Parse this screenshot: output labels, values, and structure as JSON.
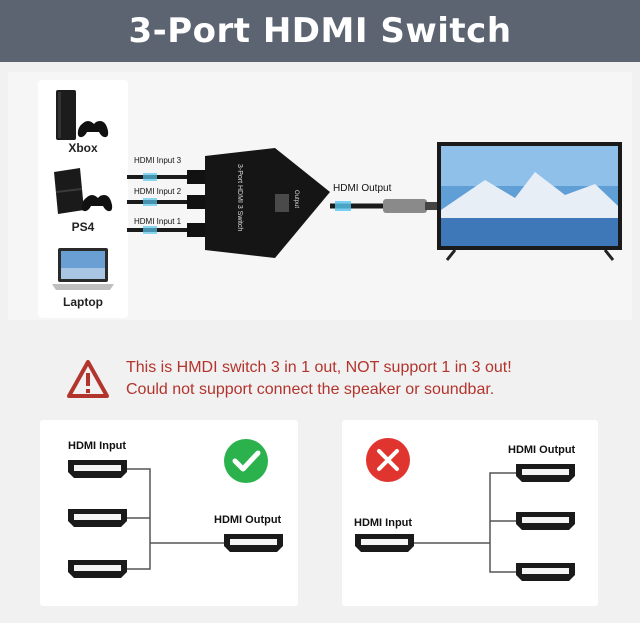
{
  "header": {
    "title": "3-Port HDMI Switch"
  },
  "devices": [
    {
      "label": "Xbox",
      "icon": "xbox-console-icon"
    },
    {
      "label": "PS4",
      "icon": "ps4-console-icon"
    },
    {
      "label": "Laptop",
      "icon": "laptop-icon"
    }
  ],
  "switch_diagram": {
    "input_labels": [
      "HDMI Input 3",
      "HDMI Input 2",
      "HDMI Input 1"
    ],
    "device_text": "3-Port HDMI 3 Switch",
    "output_port_text": "Output",
    "output_label": "HDMI Output"
  },
  "warning": {
    "line1": "This is HMDI switch 3 in 1 out, NOT support 1 in 3 out!",
    "line2": "Could not support connect  the  speaker or soundbar.",
    "icon": "warning-triangle-icon"
  },
  "correct_card": {
    "input_label": "HDMI Input",
    "output_label": "HDMI Output",
    "status_icon": "check-icon"
  },
  "wrong_card": {
    "input_label": "HDMI Input",
    "output_label": "HDMI Output",
    "status_icon": "cross-icon"
  },
  "colors": {
    "title_bar": "#5b6470",
    "warning_red": "#b3342d",
    "check_green": "#2bb24c",
    "cross_red": "#e0342f",
    "cable_glow": "#58c7ee"
  }
}
